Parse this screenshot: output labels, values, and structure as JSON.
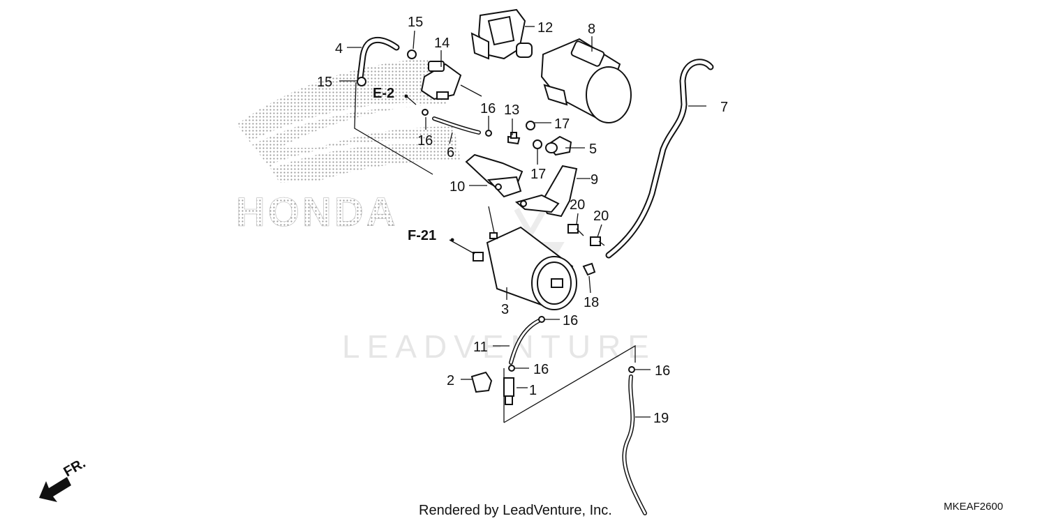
{
  "watermark": {
    "text": "LEADVENTURE"
  },
  "logo": {
    "text": "HONDA"
  },
  "references": {
    "e2": "E-2",
    "f21": "F-21"
  },
  "front_indicator": {
    "label": "FR."
  },
  "footer": {
    "rendered_by": "Rendered by LeadVenture, Inc.",
    "diagram_code": "MKEAF2600"
  },
  "callouts": {
    "c1": "1",
    "c2": "2",
    "c3": "3",
    "c4": "4",
    "c5": "5",
    "c6": "6",
    "c7": "7",
    "c8": "8",
    "c9": "9",
    "c10": "10",
    "c11": "11",
    "c12": "12",
    "c13": "13",
    "c14": "14",
    "c15a": "15",
    "c15b": "15",
    "c16a": "16",
    "c16b": "16",
    "c16c": "16",
    "c16d": "16",
    "c16e": "16",
    "c17a": "17",
    "c17b": "17",
    "c18": "18",
    "c19": "19",
    "c20a": "20",
    "c20b": "20"
  }
}
